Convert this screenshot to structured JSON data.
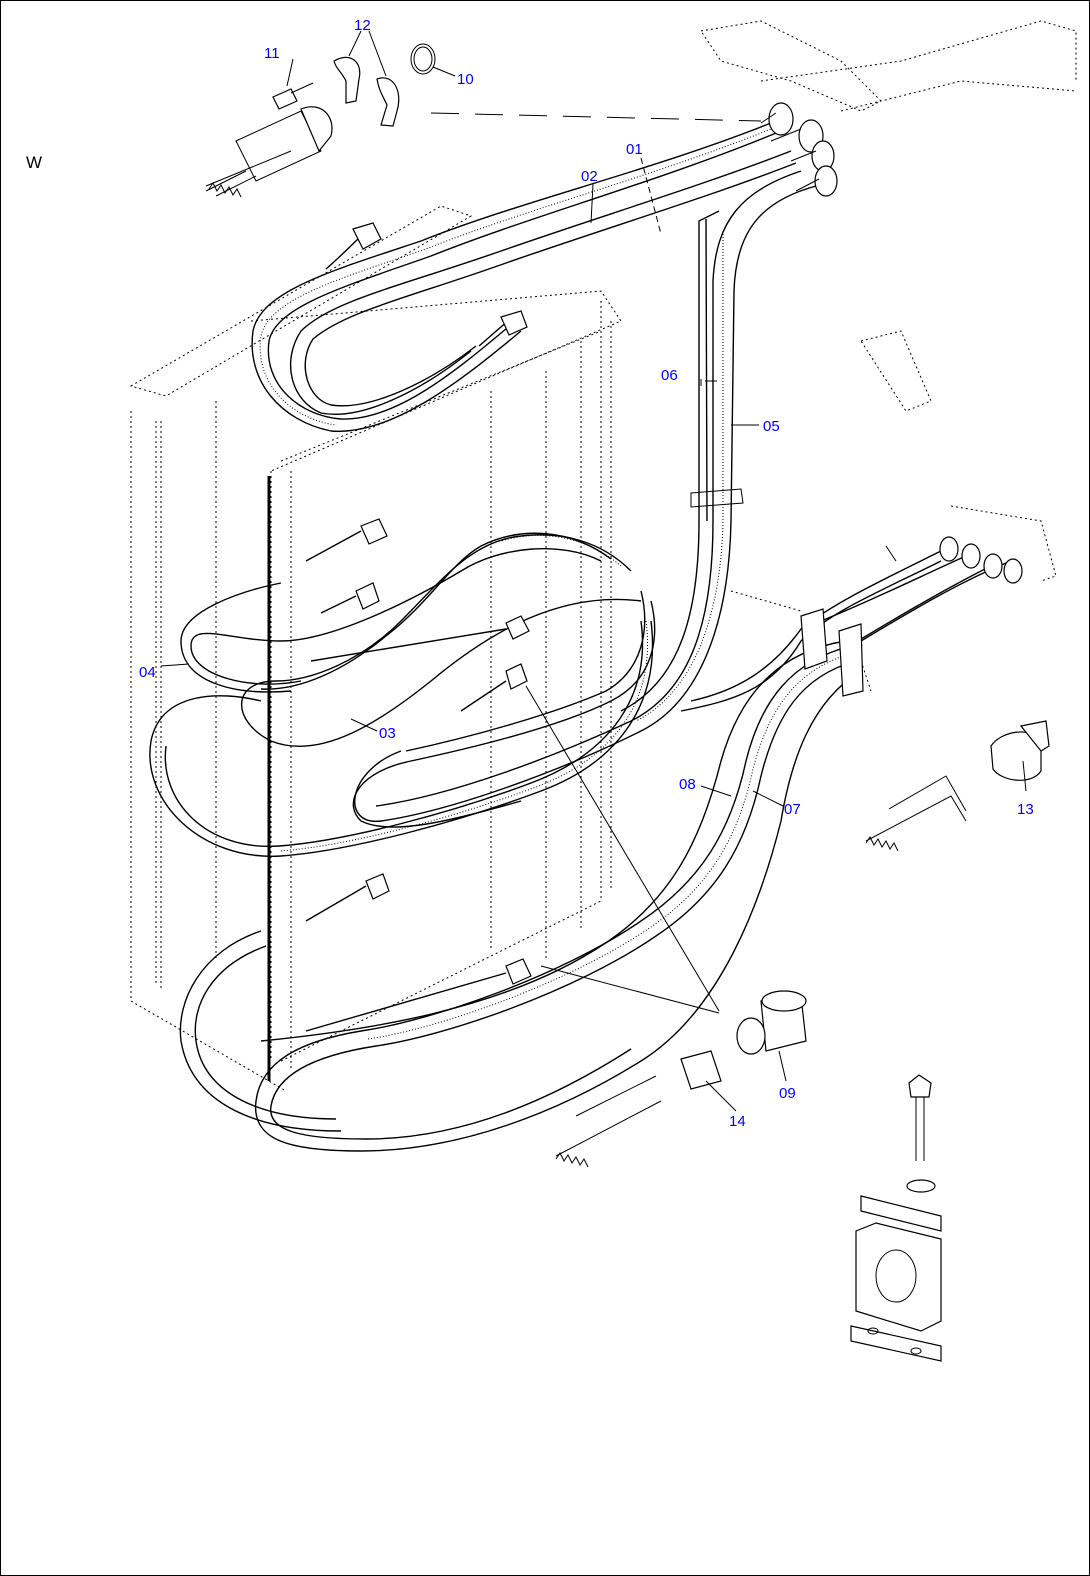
{
  "view_marker": "W",
  "callouts": {
    "c01": "01",
    "c02": "02",
    "c03": "03",
    "c04": "04",
    "c05": "05",
    "c06": "06",
    "c07": "07",
    "c08": "08",
    "c09": "09",
    "c10": "10",
    "c11": "11",
    "c12": "12",
    "c13": "13",
    "c14": "14"
  },
  "colors": {
    "callout_text": "#0000ff",
    "line_art": "#000000",
    "background": "#ffffff"
  }
}
